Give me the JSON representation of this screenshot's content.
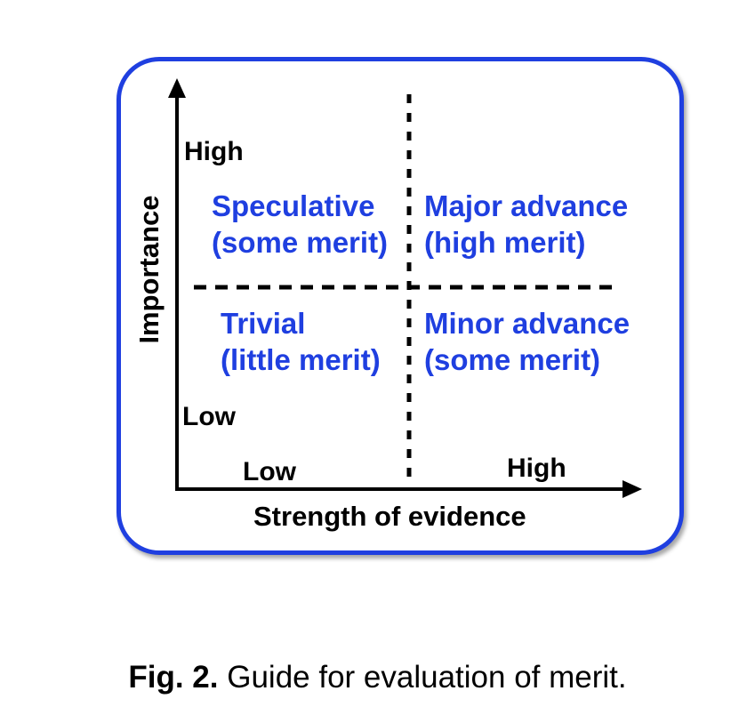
{
  "diagram": {
    "y_axis": {
      "title": "Importance",
      "high_label": "High",
      "low_label": "Low"
    },
    "x_axis": {
      "title": "Strength of evidence",
      "low_label": "Low",
      "high_label": "High"
    },
    "quadrants": {
      "top_left": {
        "line1": "Speculative",
        "line2": "(some merit)"
      },
      "top_right": {
        "line1": "Major advance",
        "line2": "(high merit)"
      },
      "bottom_left": {
        "line1": "Trivial",
        "line2": "(little merit)"
      },
      "bottom_right": {
        "line1": "Minor advance",
        "line2": "(some merit)"
      }
    },
    "colors": {
      "frame": "#1f3fe0",
      "quadrant_text": "#1f3fe0",
      "axes": "#000000"
    }
  },
  "caption": {
    "label": "Fig. 2.",
    "text": " Guide for evaluation of merit."
  }
}
